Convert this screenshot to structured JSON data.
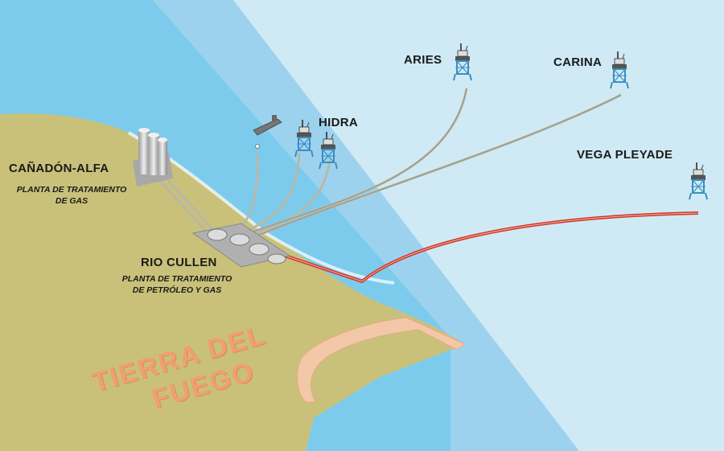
{
  "map": {
    "region_label": {
      "line1": "TIERRA DEL",
      "line2": "FUEGO"
    },
    "facilities": [
      {
        "id": "canadon-alfa",
        "name": "CAÑADÓN-ALFA",
        "description_line1": "PLANTA DE TRATAMIENTO",
        "description_line2": "DE GAS"
      },
      {
        "id": "rio-cullen",
        "name": "RIO CULLEN",
        "description_line1": "PLANTA DE TRATAMIENTO",
        "description_line2": "DE PETRÓLEO Y GAS"
      }
    ],
    "platforms": [
      {
        "id": "aries",
        "name": "ARIES"
      },
      {
        "id": "carina",
        "name": "CARINA"
      },
      {
        "id": "hidra",
        "name": "HIDRA"
      },
      {
        "id": "vega-pleyade",
        "name": "VEGA PLEYADE"
      }
    ],
    "colors": {
      "land": "#c9c17a",
      "deep_sea": "#cfeaf5",
      "shallow_sea": "#7ccbed",
      "channel": "#9dd2ef",
      "gas_pipeline": "#b8b8a8",
      "oil_pipeline": "#d0352a",
      "region_label": "#f0a070"
    },
    "icons": [
      "offshore-platform-icon",
      "tanker-ship-icon",
      "storage-tank-icon",
      "processing-plant-icon"
    ]
  }
}
